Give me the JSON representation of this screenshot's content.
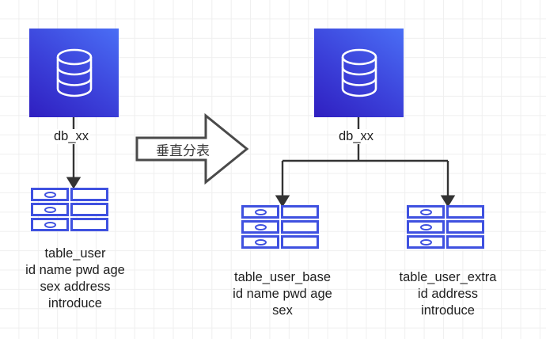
{
  "diagram": {
    "title": "Vertical table partitioning diagram",
    "background": {
      "grid_color": "#efefef",
      "page_color": "#ffffff"
    },
    "palette": {
      "db_gradient_start": "#2f1fc0",
      "db_gradient_mid": "#3b40d9",
      "db_gradient_end": "#4a6ef5",
      "table_border": "#3f51e0",
      "connector": "#333333",
      "text": "#1e1e1e",
      "arrow_outline": "#4a4a4a"
    },
    "nodes": {
      "source_db": {
        "label": "db_xx",
        "icon": "database-cylinder-icon"
      },
      "target_db": {
        "label": "db_xx",
        "icon": "database-cylinder-icon"
      },
      "source_table": {
        "name": "table_user",
        "columns_text": "id name pwd age\nsex address\nintroduce",
        "caption": "table_user\nid name pwd age\nsex address\nintroduce"
      },
      "target_table_base": {
        "name": "table_user_base",
        "columns_text": "id name pwd age\nsex",
        "caption": "table_user_base\nid name pwd age\nsex"
      },
      "target_table_extra": {
        "name": "table_user_extra",
        "columns_text": "id  address\nintroduce",
        "caption": "table_user_extra\nid  address\nintroduce"
      }
    },
    "transform_arrow": {
      "label": "垂直分表",
      "direction": "right"
    }
  }
}
